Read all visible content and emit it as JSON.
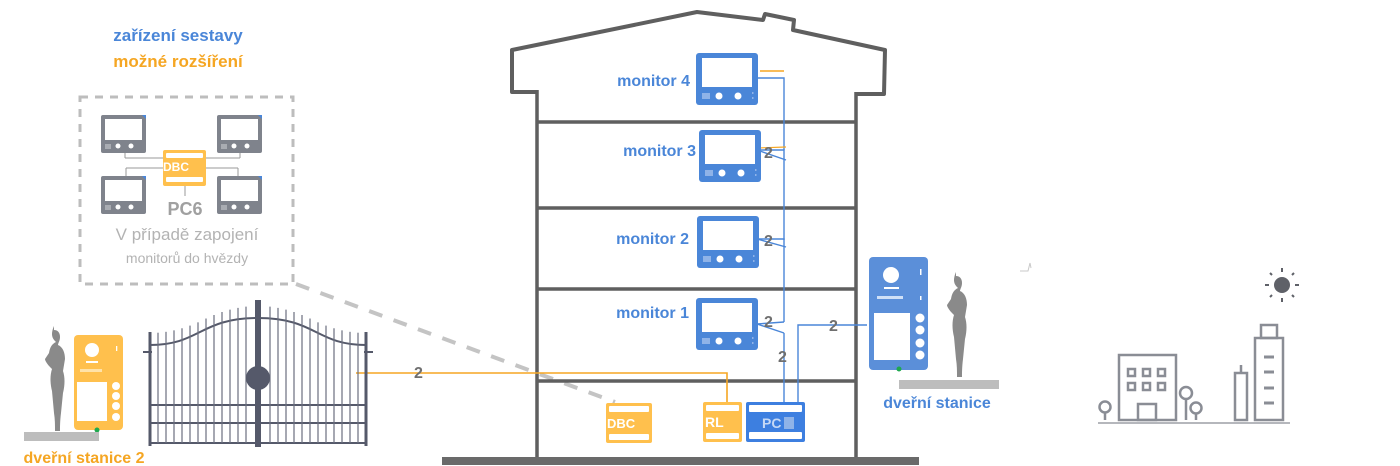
{
  "legend": {
    "system_devices": "zařízení sestavy",
    "possible_extension": "možné rozšíření"
  },
  "colors": {
    "system": "#4a86d8",
    "extension": "#f5a623",
    "structure": "#5f5f5f",
    "muted": "#b3b3b3",
    "figure": "#8a8a8a"
  },
  "star_inset": {
    "hub_label": "DBC",
    "model_label": "PC6",
    "caption_line1": "V případě zapojení",
    "caption_line2": "monitorů do hvězdy"
  },
  "monitors": [
    {
      "label": "monitor 4"
    },
    {
      "label": "monitor 3",
      "wire_count": "2"
    },
    {
      "label": "monitor 2",
      "wire_count": "2"
    },
    {
      "label": "monitor 1",
      "wire_count": "2"
    }
  ],
  "riser_wire_count": "2",
  "door_station_wire_count": "2",
  "gate_wire_count": "2",
  "basement_units": {
    "dbc": "DBC",
    "relay": "RL",
    "power": "PC"
  },
  "door_station_main": {
    "label": "dveřní stanice"
  },
  "door_station_2": {
    "label": "dveřní stanice 2"
  },
  "icons": {
    "sun": "sun-icon",
    "city": "city-buildings-icon",
    "gate": "gate-icon",
    "person": "person-silhouette-icon"
  }
}
